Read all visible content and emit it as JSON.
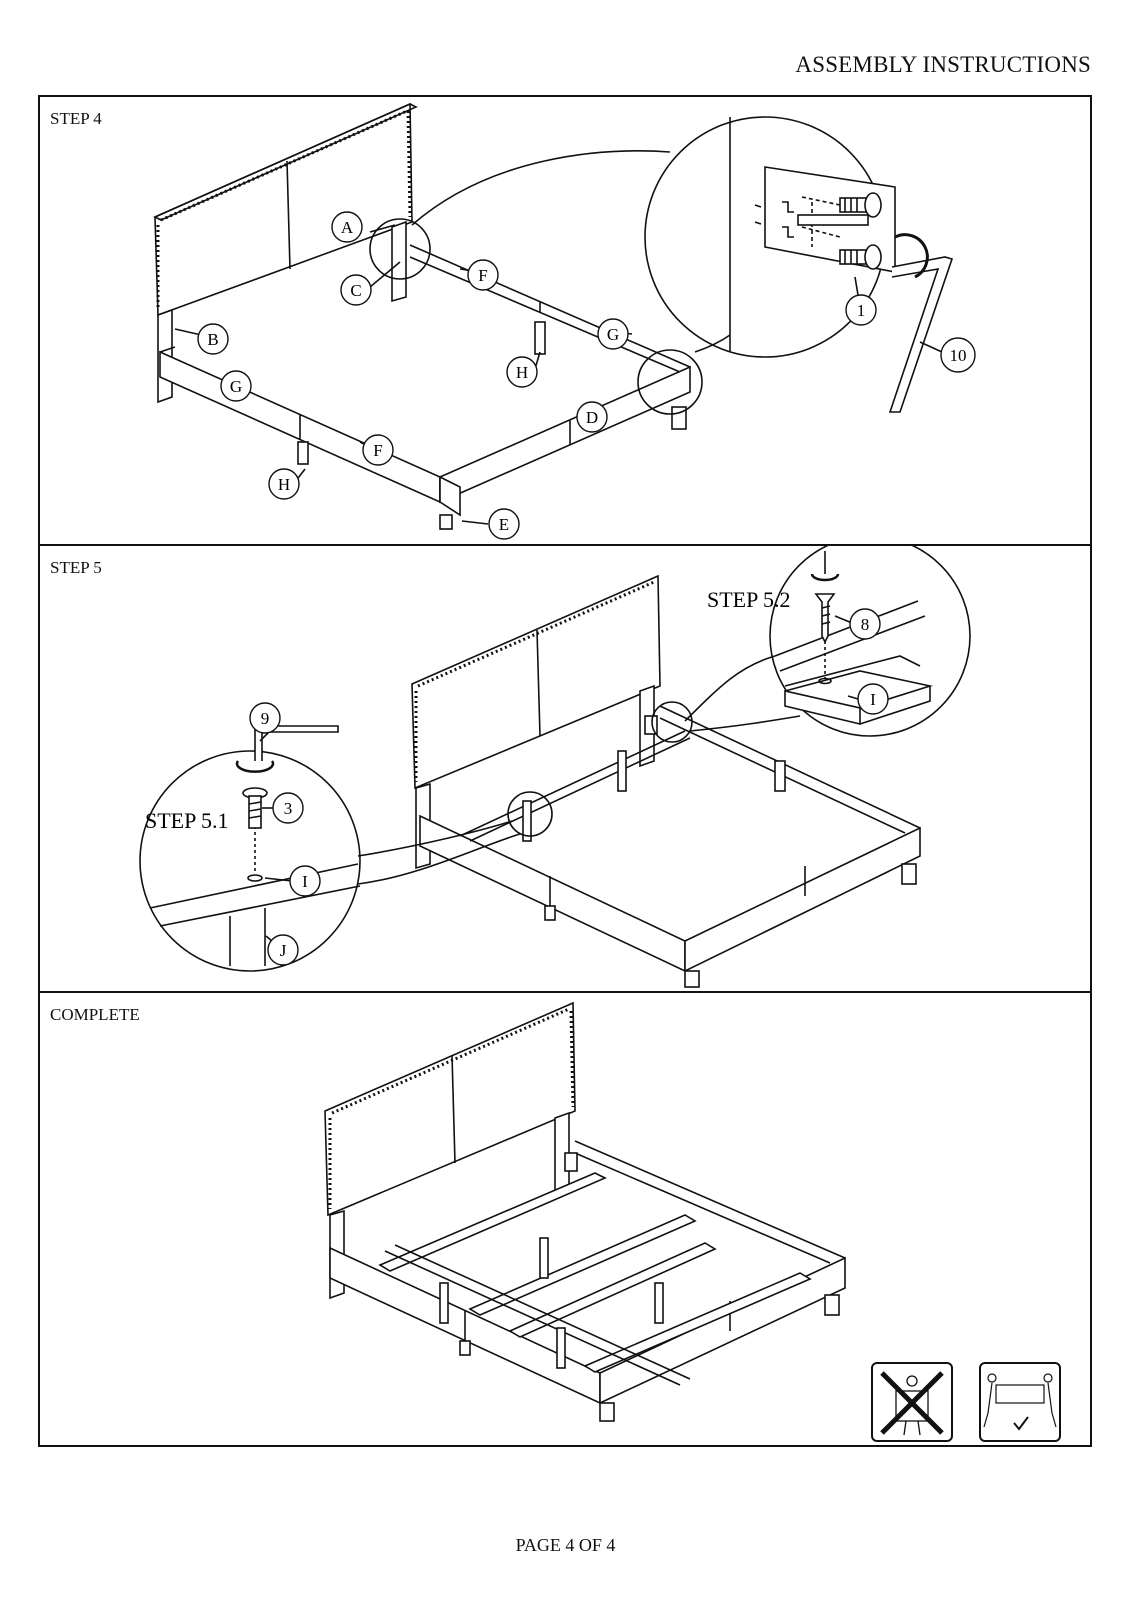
{
  "header": {
    "title": "ASSEMBLY INSTRUCTIONS"
  },
  "steps": {
    "step4": {
      "label": "STEP 4",
      "callouts": [
        "A",
        "B",
        "C",
        "D",
        "E",
        "F",
        "F",
        "G",
        "G",
        "H",
        "H",
        "1",
        "10"
      ]
    },
    "step5": {
      "label": "STEP 5",
      "sub1": "STEP 5.1",
      "sub2": "STEP 5.2",
      "callouts": [
        "9",
        "3",
        "I",
        "J",
        "8",
        "I"
      ]
    },
    "complete": {
      "label": "COMPLETE"
    }
  },
  "footer": {
    "page": "PAGE 4 OF 4"
  },
  "icons": [
    "no-single-person-lift-icon",
    "two-person-lift-icon"
  ]
}
